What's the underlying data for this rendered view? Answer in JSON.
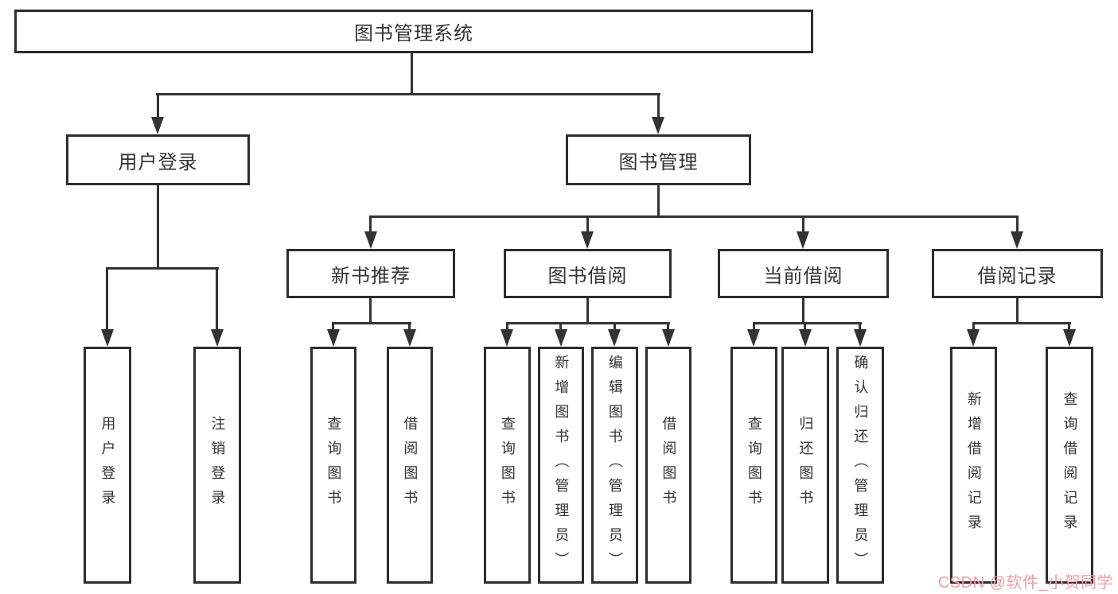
{
  "tree": {
    "label": "图书管理系统",
    "children": [
      {
        "label": "用户登录",
        "children": [
          {
            "label": "用户登录"
          },
          {
            "label": "注销登录"
          }
        ]
      },
      {
        "label": "图书管理",
        "children": [
          {
            "label": "新书推荐",
            "children": [
              {
                "label": "查询图书"
              },
              {
                "label": "借阅图书"
              }
            ]
          },
          {
            "label": "图书借阅",
            "children": [
              {
                "label": "查询图书"
              },
              {
                "label": "新增图书（管理员）"
              },
              {
                "label": "编辑图书（管理员）"
              },
              {
                "label": "借阅图书"
              }
            ]
          },
          {
            "label": "当前借阅",
            "children": [
              {
                "label": "查询图书"
              },
              {
                "label": "归还图书"
              },
              {
                "label": "确认归还（管理员）"
              }
            ]
          },
          {
            "label": "借阅记录",
            "children": [
              {
                "label": "新增借阅记录"
              },
              {
                "label": "查询借阅记录"
              }
            ]
          }
        ]
      }
    ]
  },
  "watermark": {
    "text": "CSDN @软件_小贺同学"
  },
  "colors": {
    "line": "#333333",
    "box_border": "#2d2d2d",
    "text": "#333333",
    "watermark": "#f09da4",
    "background": "#ffffff"
  }
}
